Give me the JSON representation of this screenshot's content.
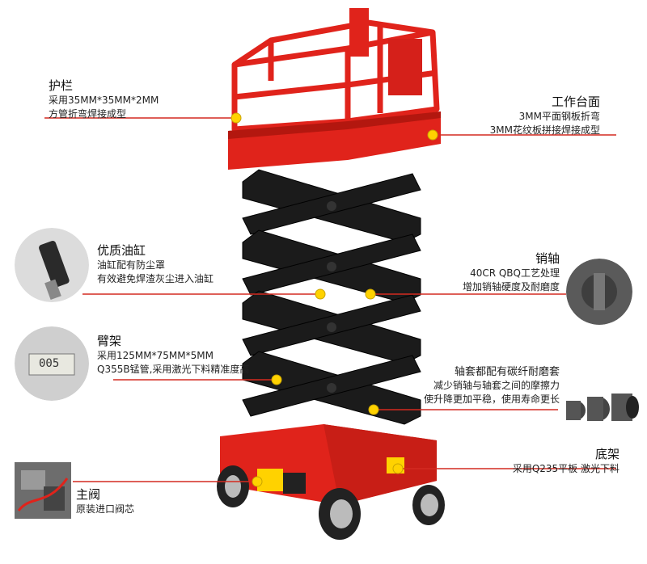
{
  "annotations": {
    "guardrail": {
      "title": "护栏",
      "lines": [
        "采用35MM*35MM*2MM",
        "方管折弯焊接成型"
      ]
    },
    "platform": {
      "title": "工作台面",
      "lines": [
        "3MM平面钢板折弯",
        "3MM花纹板拼接焊接成型"
      ]
    },
    "cylinder": {
      "title": "优质油缸",
      "lines": [
        "油缸配有防尘罩",
        "有效避免焊渣灰尘进入油缸"
      ]
    },
    "pin": {
      "title": "销轴",
      "lines": [
        "40CR   QBQ工艺处理",
        "增加销轴硬度及耐磨度"
      ]
    },
    "arm": {
      "title": "臂架",
      "lines": [
        "采用125MM*75MM*5MM",
        "Q355B锰管,采用激光下料精准度高"
      ]
    },
    "bushing": {
      "title": "轴套都配有碳纤耐磨套",
      "lines": [
        "减少销轴与轴套之间的摩擦力",
        "使升降更加平稳，使用寿命更长"
      ]
    },
    "chassis": {
      "title": "底架",
      "lines": [
        "采用Q235平板   激光下料"
      ]
    },
    "valve": {
      "title": "主阀",
      "lines": [
        "原装进口阀芯"
      ]
    }
  },
  "gauge_reading": "005",
  "colors": {
    "red": "#e0231b",
    "dark_red": "#a8150f",
    "black": "#1b1b1b",
    "yellow": "#ffd200",
    "leader": "#d42a20"
  }
}
